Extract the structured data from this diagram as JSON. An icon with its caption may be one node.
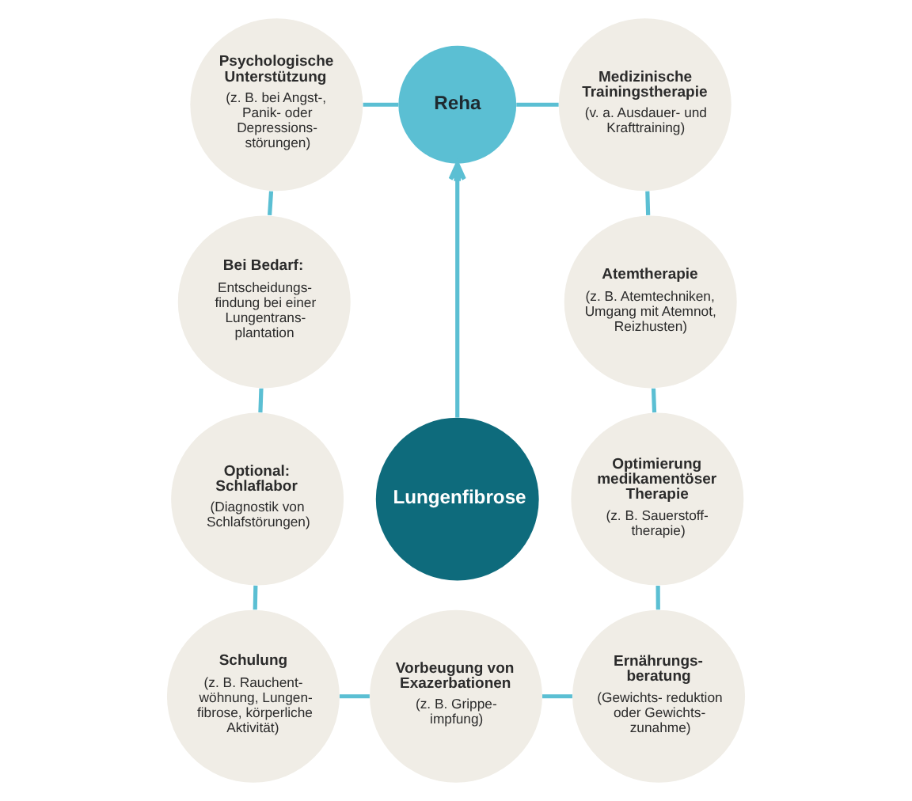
{
  "diagram": {
    "nodes": [
      {
        "text": [
          "Reha"
        ]
      },
      {
        "text": [
          "Psychologische Unterstützung",
          "(z. B. bei Angst-, Panik- oder Depressions- störungen)"
        ]
      },
      {
        "text": [
          "Medizinische Trainingstherapie",
          "(v. a. Ausdauer- und Krafttraining)"
        ]
      },
      {
        "text": [
          "Bei Bedarf:",
          "Entscheidungs- findung bei einer Lungentrans- plantation"
        ]
      },
      {
        "text": [
          "Atemtherapie",
          "(z. B. Atemtechniken, Umgang mit Atemnot, Reizhusten)"
        ]
      },
      {
        "text": [
          "Lungenfibrose"
        ]
      },
      {
        "text": [
          "Optional: Schlaflabor",
          "(Diagnostik von Schlafstörungen)"
        ]
      },
      {
        "text": [
          "Optimierung medikamentöser Therapie",
          "(z. B. Sauerstoff- therapie)"
        ]
      },
      {
        "text": [
          "Schulung",
          "(z. B. Rauchent- wöhnung, Lungen- fibrose, körperliche Aktivität)"
        ]
      },
      {
        "text": [
          "Ernährungs- beratung",
          "(Gewichts- reduktion oder Gewichts- zunahme)"
        ]
      },
      {
        "text": [
          "Vorbeugung von Exazerbationen",
          "(z. B. Grippe- impfung)"
        ]
      }
    ],
    "edges": [
      {
        "from": 5,
        "to": 0,
        "arrow": "to"
      },
      {
        "from": 0,
        "to": 2,
        "arrow": "none"
      },
      {
        "from": 4,
        "to": 2,
        "arrow": "none"
      },
      {
        "from": 7,
        "to": 4,
        "arrow": "none"
      },
      {
        "from": 9,
        "to": 7,
        "arrow": "none"
      },
      {
        "from": 10,
        "to": 9,
        "arrow": "none"
      },
      {
        "from": 8,
        "to": 10,
        "arrow": "none"
      },
      {
        "from": 8,
        "to": 6,
        "arrow": "none"
      },
      {
        "from": 6,
        "to": 3,
        "arrow": "none"
      },
      {
        "from": 3,
        "to": 1,
        "arrow": "none"
      },
      {
        "from": 1,
        "to": 0,
        "arrow": "none"
      }
    ]
  }
}
